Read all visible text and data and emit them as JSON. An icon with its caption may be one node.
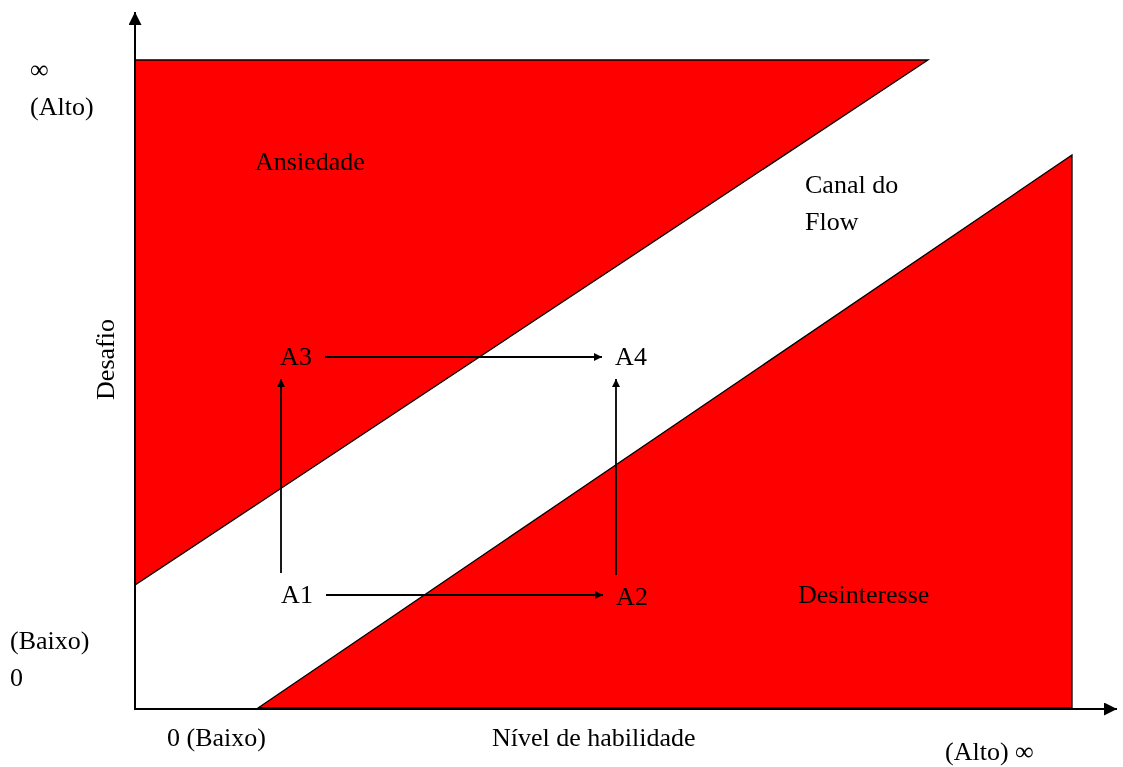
{
  "diagram": {
    "nodes": [
      {
        "text": [
          "Ansiedade"
        ]
      },
      {
        "text": [
          "Desinteresse"
        ]
      },
      {
        "text": [
          "A1"
        ]
      },
      {
        "text": [
          "A2"
        ],
        "in": 1
      },
      {
        "text": [
          "A3"
        ],
        "in": 0
      },
      {
        "text": [
          "A4"
        ]
      }
    ],
    "edges": [
      {
        "from": 2,
        "to": 3,
        "arrow": "to"
      },
      {
        "from": 2,
        "to": 4,
        "arrow": "to"
      },
      {
        "from": 4,
        "to": 5,
        "arrow": "to"
      },
      {
        "from": 3,
        "to": 5,
        "arrow": "to"
      }
    ],
    "labels": [
      "∞ (Alto)",
      "Canal do Flow",
      "Desafio",
      "(Baixo) 0",
      "0 (Baixo)",
      "Nível de habilidade",
      "(Alto) ∞"
    ]
  }
}
